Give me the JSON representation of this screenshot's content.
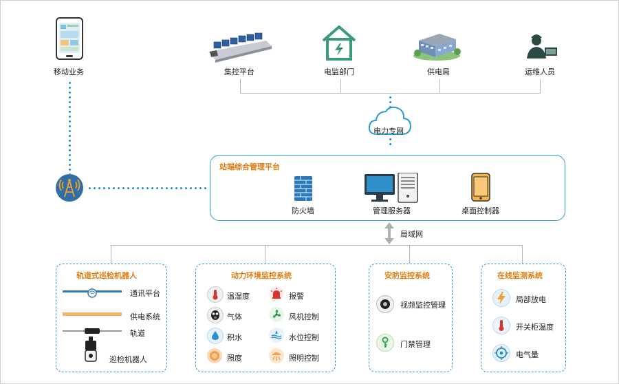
{
  "top": {
    "mobile_label": "移动业务",
    "center_label": "集控平台",
    "power_monitor_label": "电监部门",
    "supply_bureau_label": "供电局",
    "maintenance_label": "运维人员",
    "cloud_label": "电力专网"
  },
  "platform": {
    "title": "站端综合管理平台",
    "firewall_label": "防火墙",
    "server_label": "管理服务器",
    "desk_label": "桌面控制器",
    "lan_label": "局域网"
  },
  "robot": {
    "title": "轨道式巡检机器人",
    "items": [
      "通讯平台",
      "供电系统",
      "轨道",
      "巡检机器人"
    ]
  },
  "env": {
    "title": "动力环境监控系统",
    "items": [
      "温湿度",
      "报警",
      "气体",
      "风机控制",
      "积水",
      "水位控制",
      "照度",
      "照明控制"
    ]
  },
  "security": {
    "title": "安防监控系统",
    "items": [
      "视频监控管理",
      "门禁管理"
    ]
  },
  "online": {
    "title": "在线监测系统",
    "items": [
      "局部放电",
      "开关柜温度",
      "电气量"
    ]
  },
  "colors": {
    "accent_blue": "#2a9bd0",
    "dot_blue": "#1b8fc9",
    "title_orange": "#e07b10",
    "icon_green": "#3a9a7a"
  }
}
